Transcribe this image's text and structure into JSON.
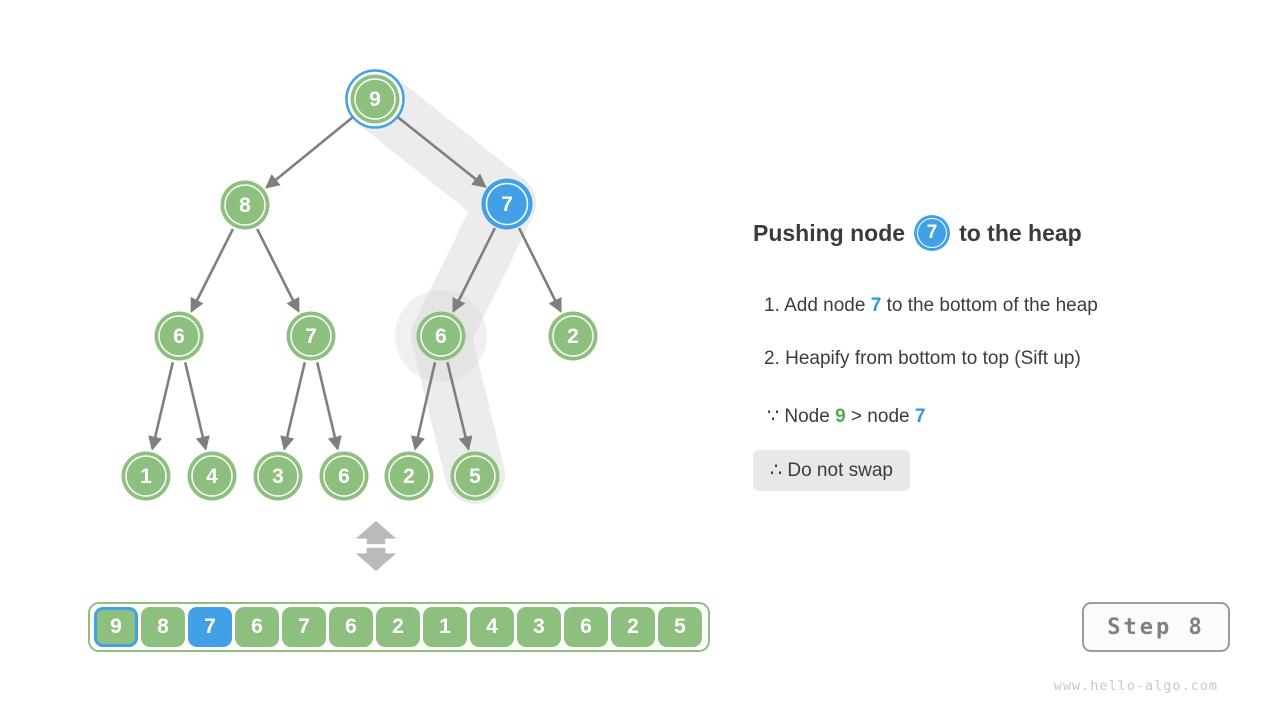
{
  "colors": {
    "node_green": "#8DC07E",
    "node_blue": "#42A1E6",
    "edge_gray": "#7F7F7F",
    "band_gray": "#ECECEC",
    "text_dark": "#3B3B3B",
    "text_green": "#50AA5A",
    "text_blue": "#2E97E2",
    "box_gray": "#E8E8E8"
  },
  "tree": {
    "values": [
      "9",
      "8",
      "7",
      "6",
      "7",
      "6",
      "2",
      "1",
      "4",
      "3",
      "6",
      "2",
      "5"
    ]
  },
  "array": {
    "values": [
      "9",
      "8",
      "7",
      "6",
      "7",
      "6",
      "2",
      "1",
      "4",
      "3",
      "6",
      "2",
      "5"
    ],
    "blue_border_index": 0,
    "blue_fill_index": 2
  },
  "panel": {
    "title_prefix": "Pushing node",
    "title_node_value": "7",
    "title_suffix": "to the heap",
    "step1_pre": "1. Add node ",
    "step1_highlight": "7",
    "step1_post": " to the bottom of the heap",
    "step2": "2. Heapify from bottom to top (Sift up)",
    "because_pre": "∵ Node ",
    "because_green": "9",
    "because_mid": " > node ",
    "because_blue": "7",
    "conclusion": "∴ Do not swap"
  },
  "footer": {
    "step_label": "Step 8",
    "watermark": "www.hello-algo.com"
  }
}
